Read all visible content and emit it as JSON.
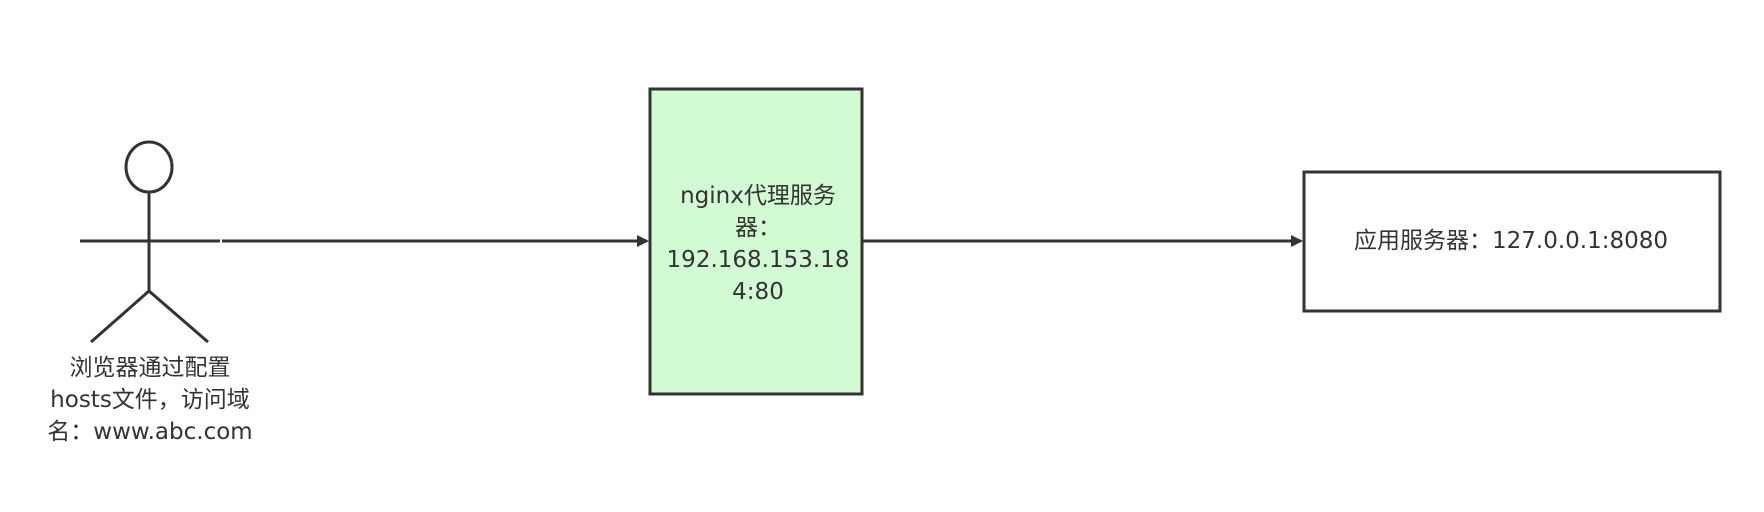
{
  "diagram": {
    "actor": {
      "label": "浏览器通过配置\nhosts文件，访问域\n名：www.abc.com"
    },
    "proxy_node": {
      "label": "nginx代理服务\n器：\n192.168.153.18\n4:80",
      "fill_color": "#d3fbd3",
      "stroke_color": "#333333"
    },
    "app_node": {
      "label": "应用服务器：127.0.0.1:8080",
      "fill_color": "#ffffff",
      "stroke_color": "#333333"
    },
    "edges": [
      {
        "from": "actor",
        "to": "proxy_node"
      },
      {
        "from": "proxy_node",
        "to": "app_node"
      }
    ]
  }
}
